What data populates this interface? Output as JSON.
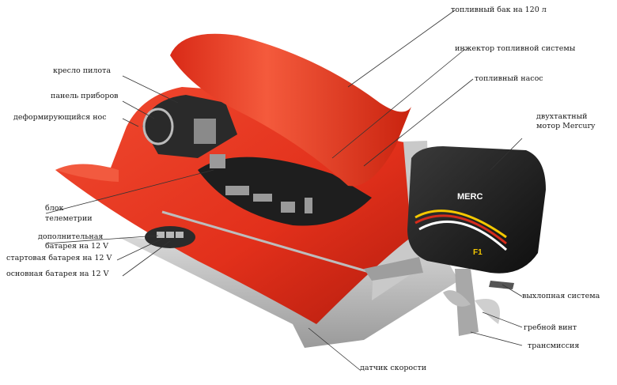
{
  "labels": {
    "fuel_tank": "топливный бак на 120 л",
    "injector": "инжектор топливной системы",
    "fuel_pump": "топливный насос",
    "engine_line1": "двухтактный",
    "engine_line2": "мотор Mercury",
    "pilot_seat": "кресло пилота",
    "instrument_panel": "панель приборов",
    "crush_nose": "деформирующийся нос",
    "telemetry_line1": "блок",
    "telemetry_line2": "телеметрии",
    "aux_battery_line1": "дополнительная",
    "aux_battery_line2": "батарея на 12 V",
    "starter_battery": "стартовая батарея на 12 V",
    "main_battery": "основная батарея на 12 V",
    "exhaust": "выхлопная система",
    "propeller": "гребной винт",
    "transmission": "трансмиссия",
    "speed_sensor": "датчик скорости"
  },
  "engine_cowling": {
    "brand": "MERC",
    "model": "F1"
  },
  "colors": {
    "hull_red": "#e8321e",
    "hull_dark": "#b8200f",
    "engine_black": "#1c1c1c",
    "leader_line": "#333333"
  }
}
